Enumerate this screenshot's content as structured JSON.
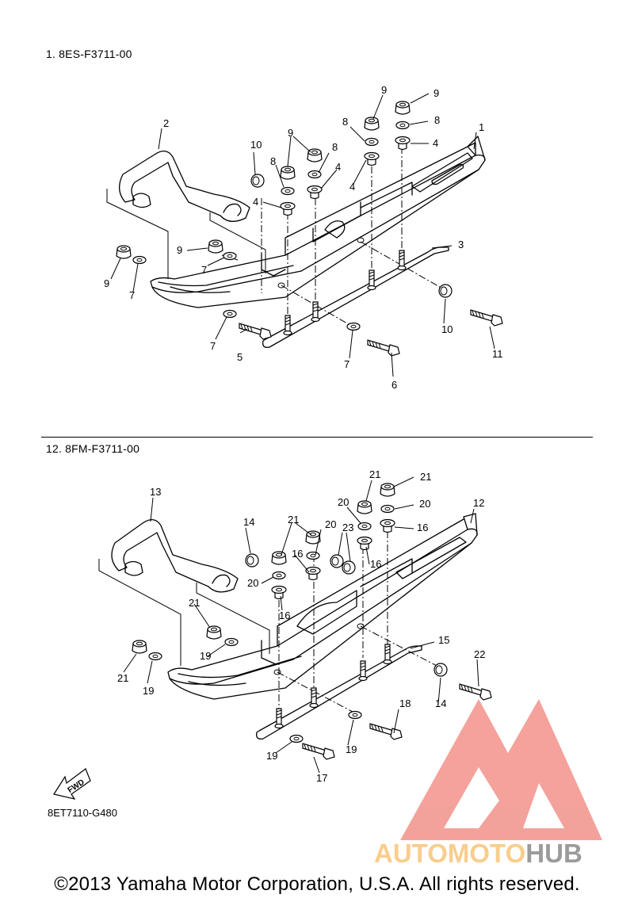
{
  "section1": {
    "title": "1. 8ES-F3711-00",
    "callouts": [
      "1",
      "2",
      "3",
      "4",
      "4",
      "4",
      "4",
      "5",
      "6",
      "7",
      "7",
      "7",
      "7",
      "8",
      "8",
      "8",
      "8",
      "9",
      "9",
      "9",
      "9",
      "9",
      "10",
      "10",
      "11"
    ]
  },
  "section2": {
    "title": "12. 8FM-F3711-00",
    "callouts": [
      "12",
      "13",
      "14",
      "14",
      "15",
      "16",
      "16",
      "16",
      "16",
      "17",
      "18",
      "19",
      "19",
      "19",
      "19",
      "20",
      "20",
      "20",
      "20",
      "21",
      "21",
      "21",
      "21",
      "21",
      "22",
      "23"
    ]
  },
  "fwd_label": "FWD",
  "diagram_code": "8ET7110-G480",
  "watermark": {
    "brand_part1": "AUTOMOTO",
    "brand_part2": "HUB",
    "colors": {
      "logo": "#f2928a",
      "auto": "#f9c57a",
      "hub": "#8a8a8a"
    }
  },
  "copyright": "©2013 Yamaha Motor Corporation, U.S.A. All rights reserved."
}
